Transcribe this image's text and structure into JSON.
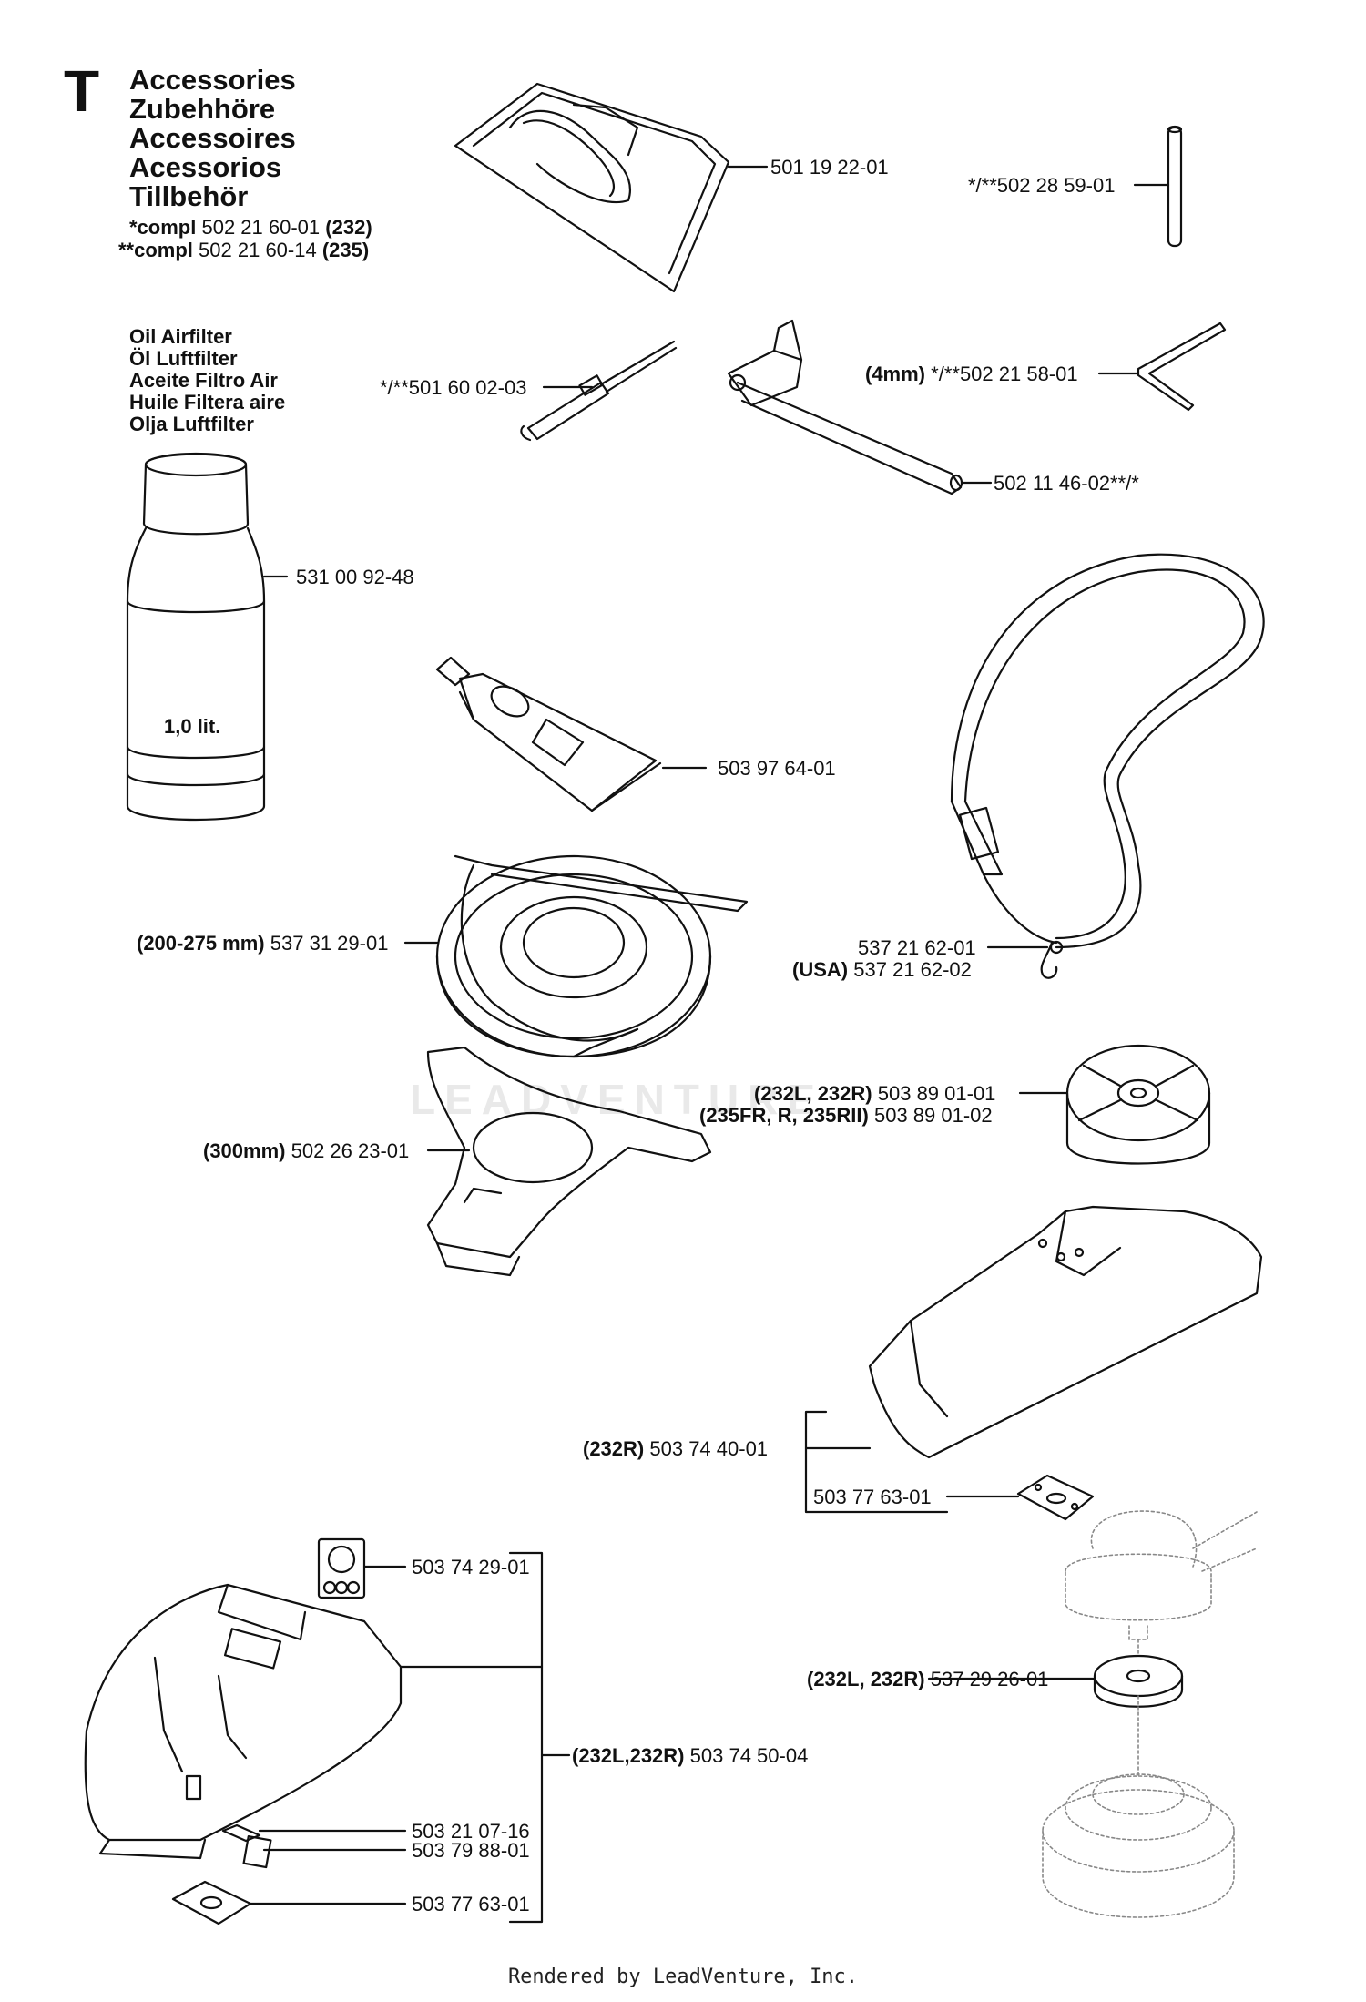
{
  "header": {
    "section_letter": "T",
    "titles": [
      "Accessories",
      "Zubehhöre",
      "Accessoires",
      "Acessorios",
      "Tillbehör"
    ],
    "compl_lines": [
      {
        "prefix": "*compl",
        "part": "502 21 60-01",
        "model": "(232)"
      },
      {
        "prefix": "**compl",
        "part": "502 21 60-14",
        "model": "(235)"
      }
    ]
  },
  "oil_section": {
    "titles": [
      "Oil Airfilter",
      "Öl Luftfilter",
      "Aceite Filtro Air",
      "Huile Filtera aire",
      "Olja Luftfilter"
    ],
    "bottle_volume": "1,0 lit."
  },
  "labels": {
    "harness_bag": "501 19 22-01",
    "pin": "*/**502 28 59-01",
    "screwdriver": "*/**501 60 02-03",
    "hex_key_size": "(4mm)",
    "hex_key": "*/**502 21 58-01",
    "combi_spanner": "502 11 46-02**/*",
    "oil_bottle": "531 00 92-48",
    "grease_tube": "503 97 64-01",
    "guard_200_size": "(200-275 mm)",
    "guard_200": "537 31 29-01",
    "strap_1": "537 21 62-01",
    "strap_usa_prefix": "(USA)",
    "strap_2": "537 21 62-02",
    "support_cup_models_1": "(232L, 232R)",
    "support_cup_1": "503 89 01-01",
    "support_cup_models_2": "(235FR, R, 235RII)",
    "support_cup_2": "503 89 01-02",
    "guard_300_size": "(300mm)",
    "guard_300": "502 26 23-01",
    "blade_guard_model": "(232R)",
    "blade_guard": "503 74 40-01",
    "plate_upper": "503 77 63-01",
    "decal": "503 74 29-01",
    "trimmer_guard_models": "(232L,232R)",
    "trimmer_guard": "503 74 50-04",
    "washer_models": "(232L, 232R)",
    "washer": "537 29 26-01",
    "screw": "503 21 07-16",
    "clip": "503 79 88-01",
    "plate_lower": "503 77 63-01"
  },
  "watermark": "LEADVENTURE",
  "footer": "Rendered by LeadVenture, Inc."
}
